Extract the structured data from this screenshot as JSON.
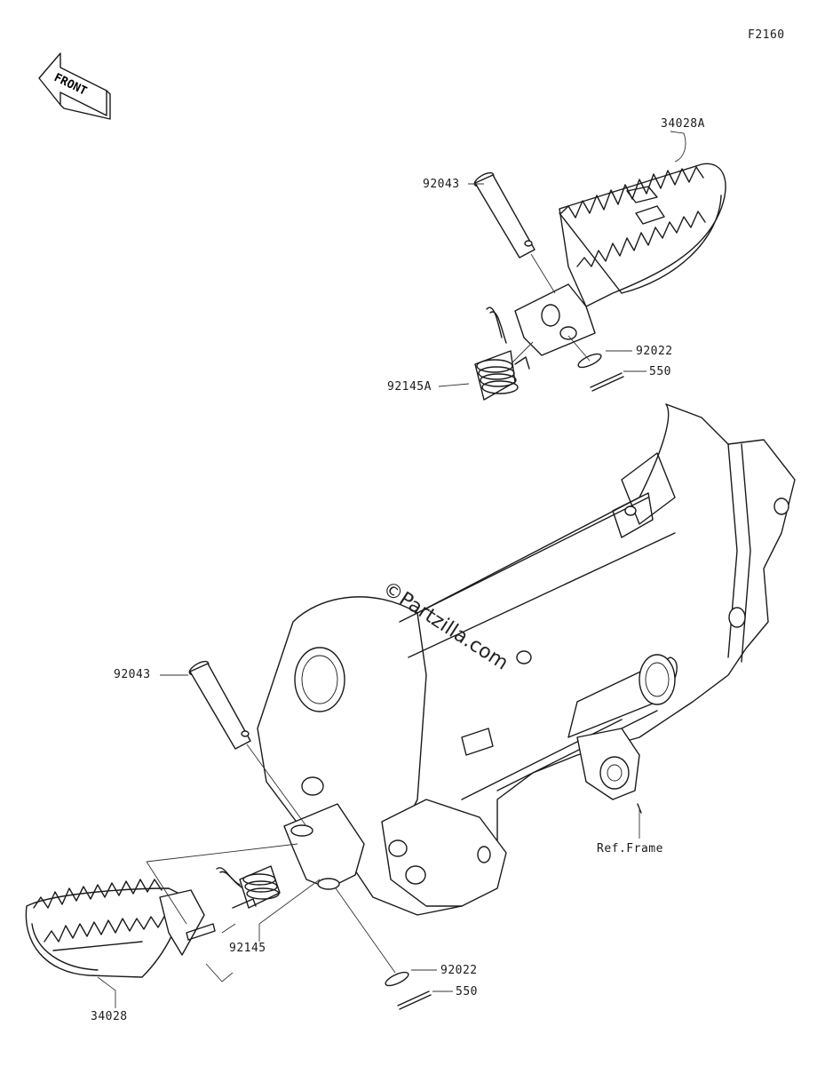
{
  "diagram_code": "F2160",
  "front_label": "FRONT",
  "watermark": "©Partzilla.com",
  "parts": {
    "right_footpeg": "34028A",
    "left_footpeg": "34028",
    "pin_upper": "92043",
    "pin_lower": "92043",
    "spring_upper": "92145A",
    "spring_lower": "92145",
    "washer_upper": "92022",
    "washer_lower": "92022",
    "cotter_upper": "550",
    "cotter_lower": "550",
    "frame_ref": "Ref.Frame"
  }
}
